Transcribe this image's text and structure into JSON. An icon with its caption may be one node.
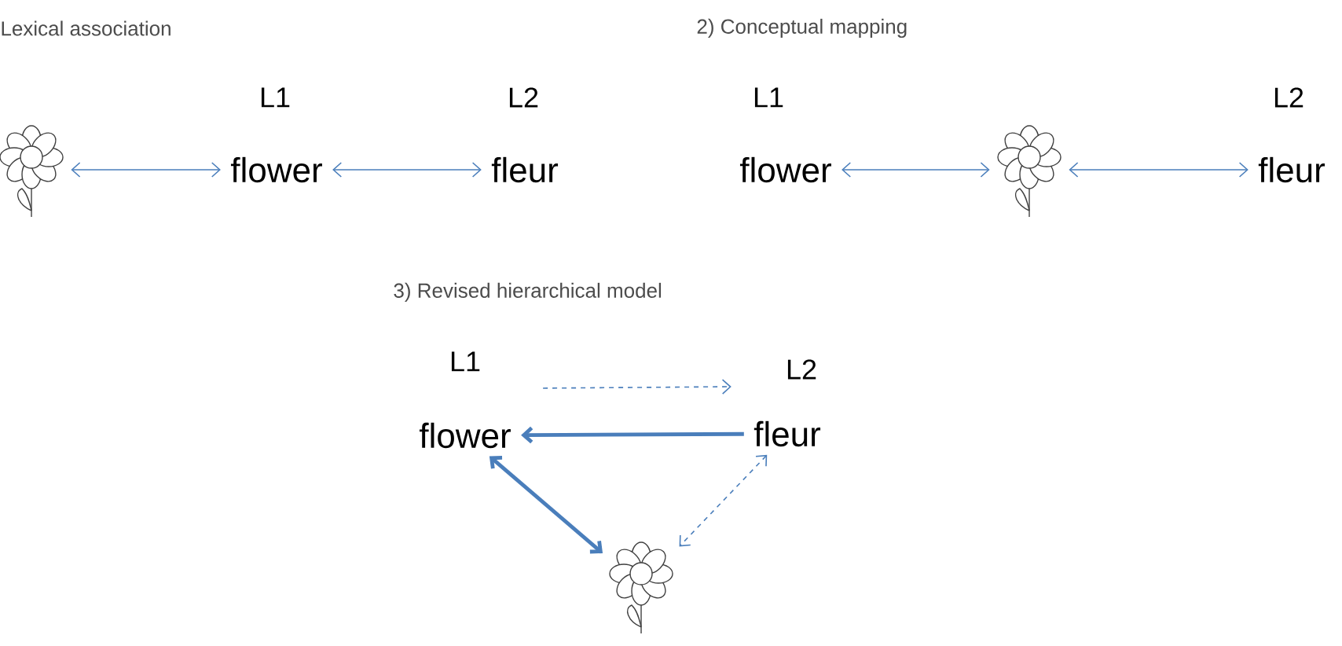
{
  "diagram": {
    "nodes": [
      {
        "text": [],
        "shape": "picture"
      },
      {
        "text": [
          "flower"
        ]
      },
      {
        "text": [
          "fleur"
        ]
      },
      {
        "text": [
          "flower"
        ]
      },
      {
        "text": [],
        "shape": "picture"
      },
      {
        "text": [
          "fleur"
        ]
      },
      {
        "text": [
          "flower"
        ]
      },
      {
        "text": [
          "fleur"
        ]
      },
      {
        "text": [],
        "shape": "picture"
      }
    ],
    "edges": [
      {
        "from": 0,
        "to": 1,
        "arrow": "both"
      },
      {
        "from": 1,
        "to": 2,
        "arrow": "both"
      },
      {
        "from": 3,
        "to": 4,
        "arrow": "both"
      },
      {
        "from": 4,
        "to": 5,
        "arrow": "both"
      },
      {
        "from": 6,
        "to": 7,
        "arrow": "to",
        "style": "dashed"
      },
      {
        "from": 7,
        "to": 6,
        "arrow": "to",
        "style": "thick"
      },
      {
        "from": 6,
        "to": 8,
        "arrow": "both",
        "style": "thick"
      },
      {
        "from": 7,
        "to": 8,
        "arrow": "both",
        "style": "dashed"
      }
    ],
    "labels": [
      "Lexical association",
      "2) Conceptual mapping",
      "L1",
      "L2",
      "L1",
      "L2",
      "3) Revised hierarchical model",
      "L1",
      "L2"
    ]
  }
}
